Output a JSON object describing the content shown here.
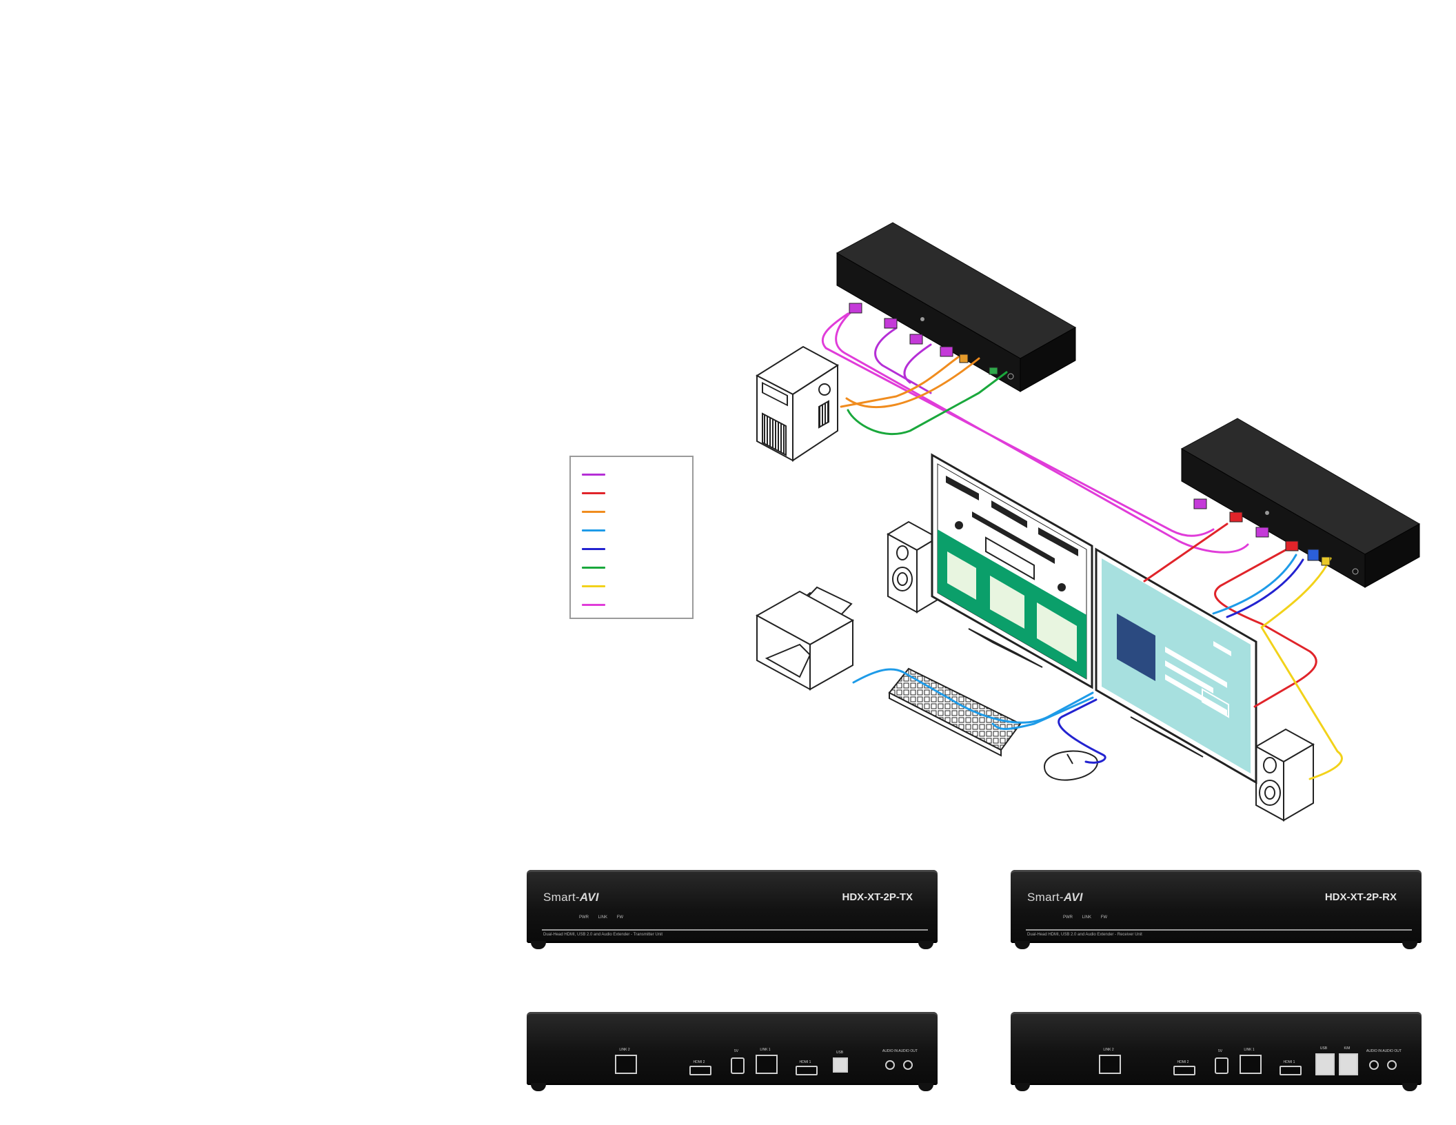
{
  "legend": {
    "colors": [
      "#b52fd6",
      "#e0242a",
      "#f08c1e",
      "#1e9be8",
      "#2323d0",
      "#1aa83c",
      "#f2d21a",
      "#e03cd9"
    ]
  },
  "cables": {
    "hdmi": "#b52fd6",
    "red": "#e0242a",
    "usb_tx": "#f08c1e",
    "usb_light": "#1e9be8",
    "usb_dark": "#2323d0",
    "audio_in": "#1aa83c",
    "audio_out": "#f2d21a",
    "link": "#e03cd9"
  },
  "transmitter": {
    "brand_prefix": "Smart-",
    "brand_suffix": "AVI",
    "model": "HDX-XT-2P-TX",
    "leds": [
      "PWR",
      "LINK",
      "FW"
    ],
    "description": "Dual-Head HDMI, USB 2.0 and Audio Extender - Transmitter Unit",
    "rear_ports": [
      "LINK 2",
      "HDMI 2",
      "5V",
      "LINK 1",
      "HDMI 1",
      "USB",
      "AUDIO IN",
      "AUDIO OUT"
    ]
  },
  "receiver": {
    "brand_prefix": "Smart-",
    "brand_suffix": "AVI",
    "model": "HDX-XT-2P-RX",
    "leds": [
      "PWR",
      "LINK",
      "FW"
    ],
    "description": "Dual-Head HDMI, USB 2.0 and Audio Extender - Receiver Unit",
    "rear_ports": [
      "LINK 2",
      "HDMI 2",
      "5V",
      "LINK 1",
      "HDMI 1",
      "USB",
      "K/M",
      "AUDIO IN",
      "AUDIO OUT"
    ]
  }
}
